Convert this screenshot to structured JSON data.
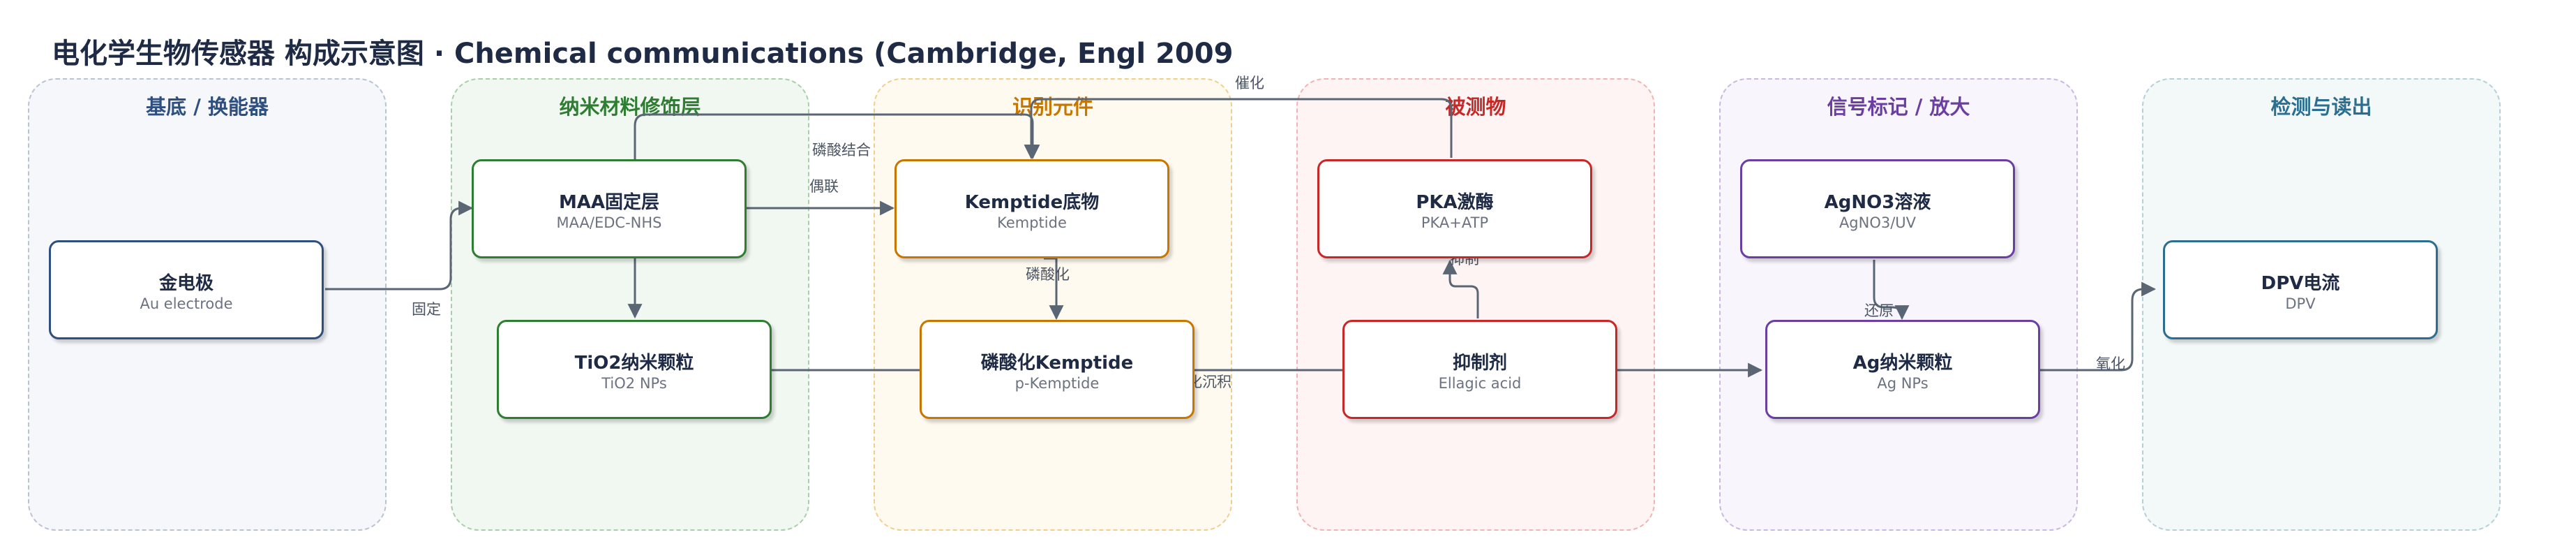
{
  "title": "电化学生物传感器 构成示意图 · Chemical communications (Cambridge, Engl 2009",
  "panels": [
    {
      "label": "基底 / 换能器",
      "color": "#2f4f7f"
    },
    {
      "label": "纳米材料修饰层",
      "color": "#2e7d32"
    },
    {
      "label": "识别元件",
      "color": "#c77700"
    },
    {
      "label": "被测物",
      "color": "#c62828"
    },
    {
      "label": "信号标记 / 放大",
      "color": "#6a3fa0"
    },
    {
      "label": "检测与读出",
      "color": "#2c6e8f"
    }
  ],
  "nodes": {
    "electrode": {
      "title": "金电极",
      "sub": "Au electrode"
    },
    "maa": {
      "title": "MAA固定层",
      "sub": "MAA/EDC-NHS"
    },
    "tio2": {
      "title": "TiO2纳米颗粒",
      "sub": "TiO2 NPs"
    },
    "kemptide": {
      "title": "Kemptide底物",
      "sub": "Kemptide"
    },
    "pkemptide": {
      "title": "磷酸化Kemptide",
      "sub": "p-Kemptide"
    },
    "pka": {
      "title": "PKA激酶",
      "sub": "PKA+ATP"
    },
    "inhibitor": {
      "title": "抑制剂",
      "sub": "Ellagic acid"
    },
    "agno3": {
      "title": "AgNO3溶液",
      "sub": "AgNO3/UV"
    },
    "agnp": {
      "title": "Ag纳米颗粒",
      "sub": "Ag NPs"
    },
    "dpv": {
      "title": "DPV电流",
      "sub": "DPV"
    }
  },
  "edge_labels": {
    "fixed": "固定",
    "coupling": "偶联",
    "phos_binding": "磷酸结合",
    "catalysis": "催化",
    "phosphorylation": "磷酸化",
    "inhibition": "抑制",
    "photocatalytic": "光催化沉积",
    "reduction": "还原",
    "oxidation": "氧化"
  }
}
